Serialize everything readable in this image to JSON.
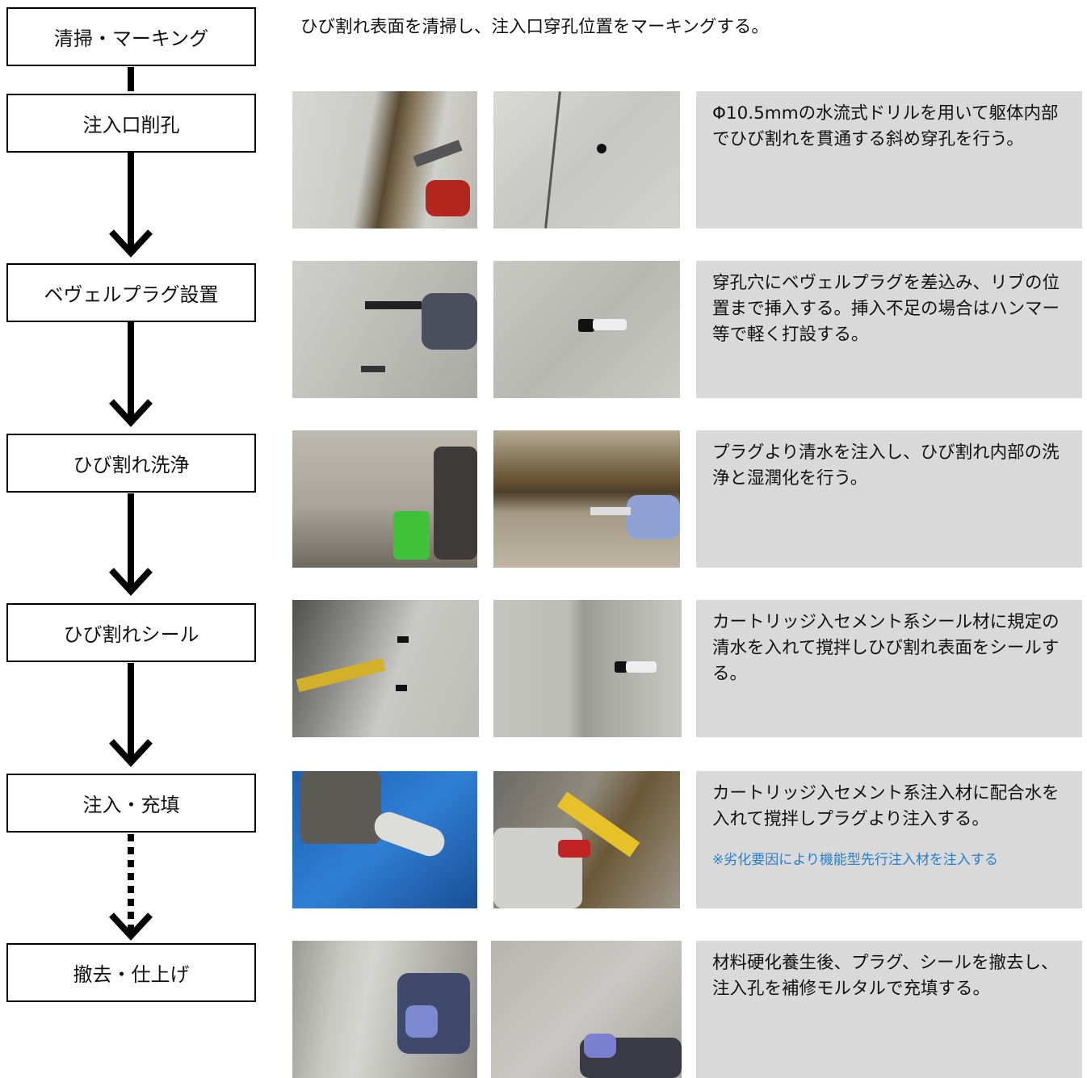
{
  "steps": [
    {
      "label": "清掃・マーキング"
    },
    {
      "label": "注入口削孔",
      "desc": "Φ10.5mmの水流式ドリルを用いて躯体内部でひび割れを貫通する斜め穿孔を行う。"
    },
    {
      "label": "ベヴェルプラグ設置",
      "desc": "穿孔穴にベヴェルプラグを差込み、リブの位置まで挿入する。挿入不足の場合はハンマー等で軽く打設する。"
    },
    {
      "label": "ひび割れ洗浄",
      "desc": "プラグより清水を注入し、ひび割れ内部の洗浄と湿潤化を行う。"
    },
    {
      "label": "ひび割れシール",
      "desc": "カートリッジ入セメント系シール材に規定の清水を入れて撹拌しひび割れ表面をシールする。"
    },
    {
      "label": "注入・充填",
      "desc": "カートリッジ入セメント系注入材に配合水を入れて撹拌しプラグより注入する。",
      "note": "※劣化要因により機能型先行注入材を注入する"
    },
    {
      "label": "撤去・仕上げ",
      "desc": "材料硬化養生後、プラグ、シールを撤去し、注入孔を補修モルタルで充填する。"
    }
  ],
  "intro": "ひび割れ表面を清掃し、注入口穿孔位置をマーキングする。"
}
